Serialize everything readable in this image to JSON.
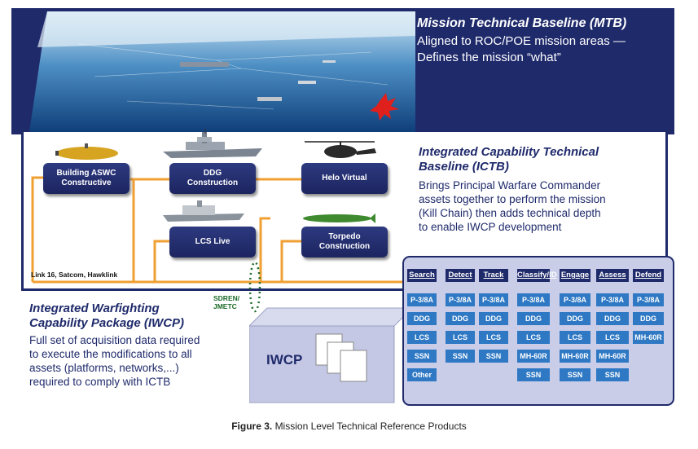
{
  "mtb": {
    "title": "Mission Technical Baseline (MTB)",
    "line1": "Aligned to ROC/POE mission areas —",
    "line2": "Defines the mission “what”"
  },
  "ictb": {
    "title_line1": "Integrated Capability Technical",
    "title_line2": "Baseline (ICTB)",
    "body": [
      "Brings Principal Warfare Commander",
      "assets together to perform the mission",
      "(Kill Chain) then adds technical depth",
      "to enable IWCP development"
    ]
  },
  "nodes": {
    "building_aswc": [
      "Building ASWC",
      "Constructive"
    ],
    "ddg": [
      "DDG",
      "Construction"
    ],
    "helo": [
      "Helo Virtual"
    ],
    "lcs": [
      "LCS Live"
    ],
    "torpedo": [
      "Torpedo",
      "Construction"
    ]
  },
  "link_label": "Link 16, Satcom, Hawklink",
  "sdren_label": [
    "SDREN/",
    "JMETC"
  ],
  "iwcp": {
    "title_line1": "Integrated Warfighting",
    "title_line2": "Capability Package (IWCP)",
    "body": [
      "Full set of acquisition data required",
      "to execute the modifications to all",
      "assets (platforms, networks,...)",
      "required to comply with ICTB"
    ],
    "box_label": "IWCP"
  },
  "matrix": {
    "columns": [
      {
        "header": "Search",
        "cells": [
          "P-3/8A",
          "DDG",
          "LCS",
          "SSN",
          "Other"
        ]
      },
      {
        "header": "Detect",
        "cells": [
          "P-3/8A",
          "DDG",
          "LCS",
          "SSN"
        ]
      },
      {
        "header": "Track",
        "cells": [
          "P-3/8A",
          "DDG",
          "LCS",
          "SSN"
        ]
      },
      {
        "header": "Classify/ID",
        "cells": [
          "P-3/8A",
          "DDG",
          "LCS",
          "MH-60R",
          "SSN"
        ]
      },
      {
        "header": "Engage",
        "cells": [
          "P-3/8A",
          "DDG",
          "LCS",
          "MH-60R",
          "SSN"
        ]
      },
      {
        "header": "Assess",
        "cells": [
          "P-3/8A",
          "DDG",
          "LCS",
          "MH-60R",
          "SSN"
        ]
      },
      {
        "header": "Defend",
        "cells": [
          "P-3/8A",
          "DDG",
          "MH-60R"
        ]
      }
    ]
  },
  "caption": {
    "label": "Figure 3.",
    "text": "Mission Level Technical Reference Products"
  },
  "colors": {
    "navy": "#1f2a6b",
    "link_orange": "#f0a033",
    "cell_blue": "#2e78c4",
    "panel_lavender": "#c9cde8",
    "network_green": "#1e6b2a"
  }
}
